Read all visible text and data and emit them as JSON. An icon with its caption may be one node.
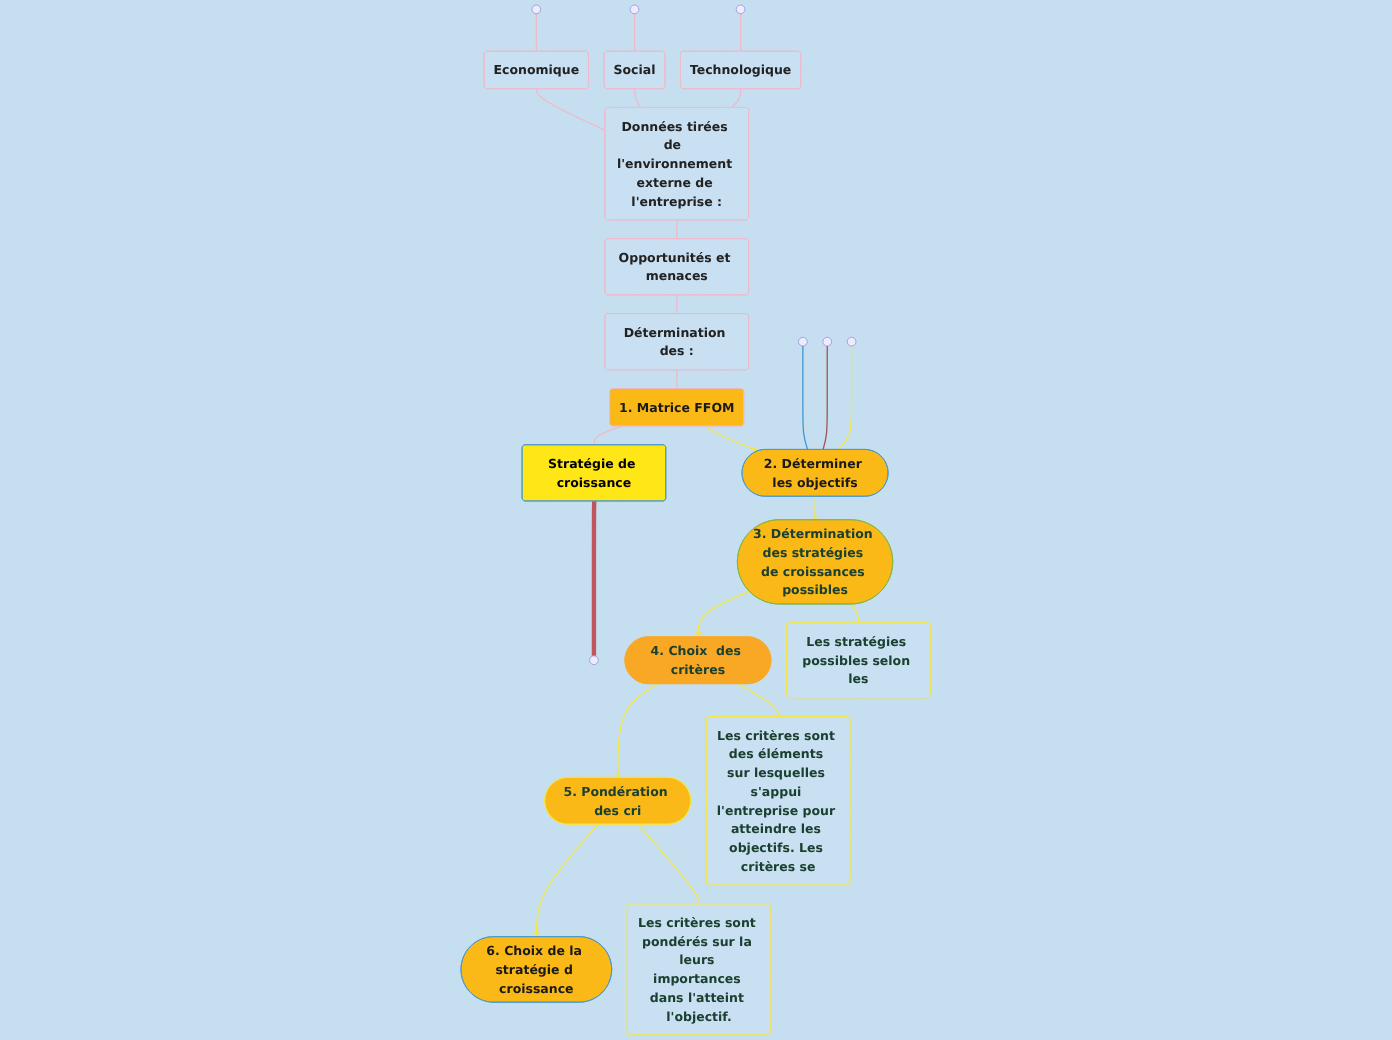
{
  "diagram": {
    "nodes": [
      {
        "text": [
          "Economique"
        ]
      },
      {
        "text": [
          "Social"
        ]
      },
      {
        "text": [
          "Technologique"
        ]
      },
      {
        "text": [
          "Données tirées de  l'environnement externe de l'entreprise :"
        ]
      },
      {
        "text": [
          "Opportunités et menaces"
        ]
      },
      {
        "text": [
          "Détermination des :"
        ]
      },
      {
        "text": [
          "1. Matrice FFOM"
        ]
      },
      {
        "text": [
          "Stratégie de croissance"
        ]
      },
      {
        "text": [
          "2. Déterminer les objectifs"
        ]
      },
      {
        "text": [
          "3. Détermination des stratégies de croissances possibles"
        ]
      },
      {
        "text": [
          "4. Choix  des critères"
        ]
      },
      {
        "text": [
          "5. Pondération des cri"
        ]
      },
      {
        "text": [
          "6. Choix de la stratégie d croissance"
        ]
      },
      {
        "text": [
          "Les stratégies possibles selon les"
        ]
      },
      {
        "text": [
          "Les critères sont des éléments sur lesquelles s'appui l'entreprise pour atteindre les objectifs. Les critères se"
        ]
      },
      {
        "text": [
          "Les critères sont pondérés sur la leurs importances dans l'atteint l'objectif."
        ]
      }
    ],
    "edges": [
      {
        "from": 0,
        "to": null,
        "arrow": "none"
      },
      {
        "from": 1,
        "to": null,
        "arrow": "none"
      },
      {
        "from": 2,
        "to": null,
        "arrow": "none"
      },
      {
        "from": 0,
        "to": 3,
        "arrow": "none"
      },
      {
        "from": 1,
        "to": 3,
        "arrow": "none"
      },
      {
        "from": 2,
        "to": 3,
        "arrow": "none"
      },
      {
        "from": 3,
        "to": 4,
        "arrow": "none"
      },
      {
        "from": 4,
        "to": 5,
        "arrow": "none"
      },
      {
        "from": 5,
        "to": 6,
        "arrow": "none"
      },
      {
        "from": 6,
        "to": 7,
        "arrow": "none"
      },
      {
        "from": 7,
        "to": null,
        "arrow": "none",
        "style": "thick",
        "color": "#c0565c"
      },
      {
        "from": 6,
        "to": 8,
        "arrow": "to",
        "color": "#f5e642"
      },
      {
        "from": 8,
        "to": null,
        "arrow": "none",
        "color": "#3c94d4"
      },
      {
        "from": 8,
        "to": null,
        "arrow": "none",
        "color": "#a05050"
      },
      {
        "from": 8,
        "to": null,
        "arrow": "none",
        "color": "#f5e642"
      },
      {
        "from": 8,
        "to": 9,
        "arrow": "to",
        "color": "#f5e642"
      },
      {
        "from": 9,
        "to": 10,
        "arrow": "to",
        "color": "#f5e642"
      },
      {
        "from": 10,
        "to": 11,
        "arrow": "to",
        "color": "#f5e642"
      },
      {
        "from": 11,
        "to": 12,
        "arrow": "to",
        "color": "#f5e642"
      },
      {
        "from": 9,
        "to": 13,
        "arrow": "none",
        "color": "#f5e642"
      },
      {
        "from": 10,
        "to": 14,
        "arrow": "none",
        "color": "#f5e642"
      },
      {
        "from": 11,
        "to": 15,
        "arrow": "none",
        "color": "#f5e642"
      }
    ]
  }
}
